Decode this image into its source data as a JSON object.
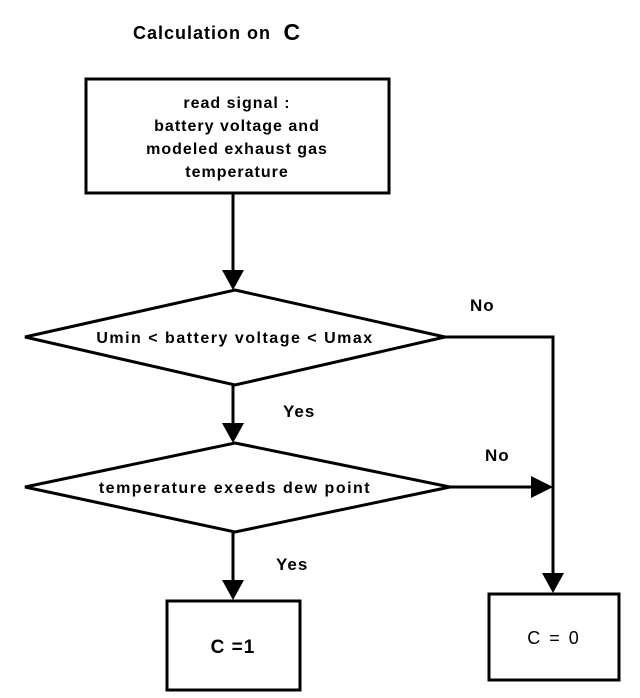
{
  "title": {
    "main": "Calculation on",
    "variable": "C"
  },
  "colors": {
    "line": "#000000",
    "background": "#ffffff"
  },
  "nodes": {
    "read_signal": {
      "lines": [
        "read signal :",
        "battery voltage and",
        "modeled exhaust gas",
        "temperature"
      ]
    },
    "decision_voltage": {
      "label": "Umin < battery voltage < Umax"
    },
    "decision_temperature": {
      "label": "temperature exeeds dew point"
    },
    "c_equals_1": {
      "label": "C =1"
    },
    "c_equals_0": {
      "label": "C = 0"
    }
  },
  "edge_labels": {
    "voltage_no": "No",
    "voltage_yes": "Yes",
    "temperature_no": "No",
    "temperature_yes": "Yes"
  }
}
